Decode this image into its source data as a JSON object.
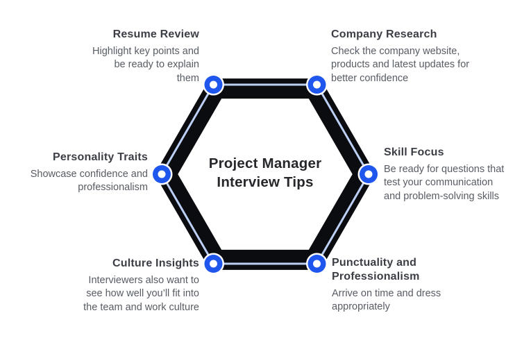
{
  "center": {
    "title": "Project Manager\nInterview Tips"
  },
  "items": [
    {
      "id": "resume-review",
      "heading": "Resume Review",
      "body": "Highlight key points and\nbe ready to explain\nthem"
    },
    {
      "id": "company-research",
      "heading": "Company Research",
      "body": "Check the company website,\nproducts and latest updates for\nbetter confidence"
    },
    {
      "id": "skill-focus",
      "heading": "Skill Focus",
      "body": "Be ready for questions that\ntest your communication\nand problem-solving skills"
    },
    {
      "id": "punctuality-and-professionalism",
      "heading": "Punctuality and\nProfessionalism",
      "body": "Arrive on time and dress\nappropriately"
    },
    {
      "id": "culture-insights",
      "heading": "Culture Insights",
      "body": "Interviewers also want to\nsee how well you’ll fit into\nthe team and work culture"
    },
    {
      "id": "personality-traits",
      "heading": "Personality Traits",
      "body": "Showcase confidence and\nprofessionalism"
    }
  ],
  "colors": {
    "background": "#ffffff",
    "hexagon_border": "#0b0c10",
    "hexagon_fill": "#ffffff",
    "connector_line": "#bccff5",
    "node_blue": "#1f57ee",
    "node_halo": "#ffffff",
    "node_center": "#ffffff",
    "heading_text": "#3b3e45",
    "body_text": "#575c64",
    "title_text": "#26272b"
  }
}
